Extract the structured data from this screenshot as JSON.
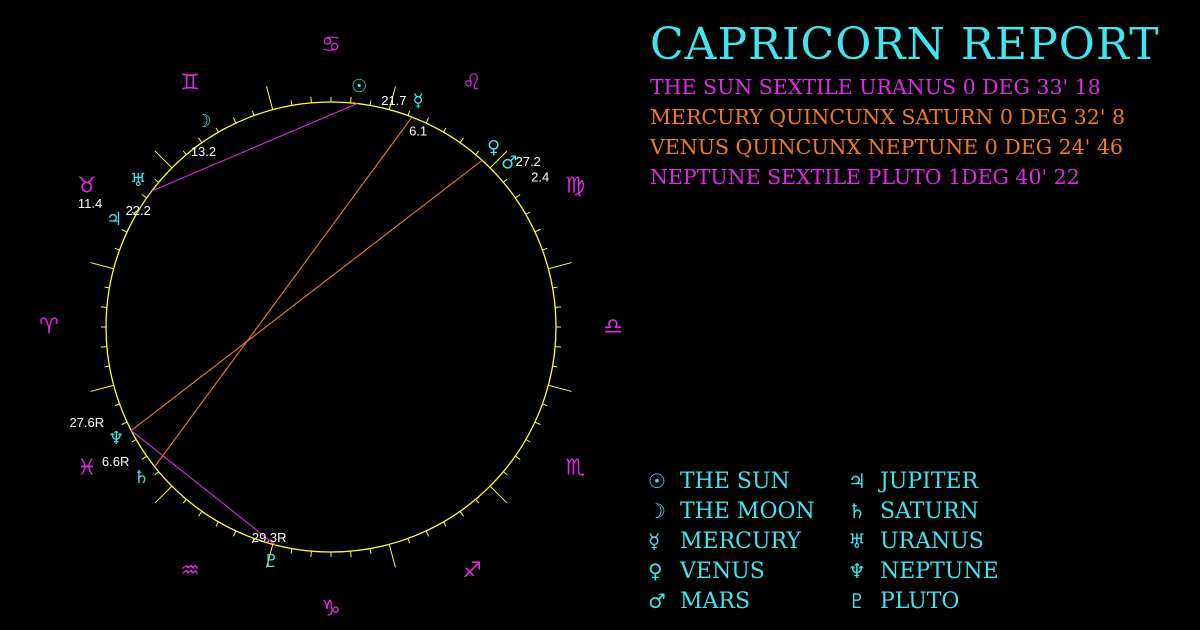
{
  "report": {
    "title": "CAPRICORN REPORT",
    "aspects": [
      {
        "text": "THE SUN SEXTILE URANUS 0 DEG 33' 18",
        "color": "#e028e6"
      },
      {
        "text": "MERCURY QUINCUNX SATURN 0 DEG 32' 8",
        "color": "#f07a1e"
      },
      {
        "text": "VENUS QUINCUNX NEPTUNE 0 DEG 24' 46",
        "color": "#f07a1e"
      },
      {
        "text": "NEPTUNE SEXTILE PLUTO 1DEG 40' 22",
        "color": "#e028e6"
      }
    ]
  },
  "legend": [
    {
      "glyph": "☉",
      "label": "THE SUN",
      "icon": "sun-icon"
    },
    {
      "glyph": "☽",
      "label": "THE MOON",
      "icon": "moon-icon"
    },
    {
      "glyph": "☿",
      "label": "MERCURY",
      "icon": "mercury-icon"
    },
    {
      "glyph": "♀",
      "label": "VENUS",
      "icon": "venus-icon"
    },
    {
      "glyph": "♂",
      "label": "MARS",
      "icon": "mars-icon"
    },
    {
      "glyph": "♃",
      "label": "JUPITER",
      "icon": "jupiter-icon"
    },
    {
      "glyph": "♄",
      "label": "SATURN",
      "icon": "saturn-icon"
    },
    {
      "glyph": "♅",
      "label": "URANUS",
      "icon": "uranus-icon"
    },
    {
      "glyph": "♆",
      "label": "NEPTUNE",
      "icon": "neptune-icon"
    },
    {
      "glyph": "♇",
      "label": "PLUTO",
      "icon": "pluto-icon"
    }
  ],
  "wheel": {
    "colors": {
      "ring": "#ffff33",
      "zodiac": "#e028e6",
      "planet": "#3fe6f0",
      "degree_label": "#ffffff",
      "tension": "#f07a1e",
      "harmony": "#e028e6"
    },
    "zodiac": [
      {
        "glyph": "♑",
        "name": "capricorn",
        "lon": 285
      },
      {
        "glyph": "♐",
        "name": "sagittarius",
        "lon": 255
      },
      {
        "glyph": "♏",
        "name": "scorpio",
        "lon": 225
      },
      {
        "glyph": "♎",
        "name": "libra",
        "lon": 195
      },
      {
        "glyph": "♍",
        "name": "virgo",
        "lon": 165
      },
      {
        "glyph": "♌",
        "name": "leo",
        "lon": 135
      },
      {
        "glyph": "♋",
        "name": "cancer",
        "lon": 105
      },
      {
        "glyph": "♊",
        "name": "gemini",
        "lon": 75
      },
      {
        "glyph": "♉",
        "name": "taurus",
        "lon": 45
      },
      {
        "glyph": "♈",
        "name": "aries",
        "lon": 15
      },
      {
        "glyph": "♓",
        "name": "pisces",
        "lon": 345
      },
      {
        "glyph": "♒",
        "name": "aquarius",
        "lon": 315
      }
    ],
    "planets": [
      {
        "id": "sun",
        "glyph": "☉",
        "degree": "21.7",
        "lon": 111.7,
        "label_side": "right"
      },
      {
        "id": "moon",
        "glyph": "☽",
        "degree": "13.2",
        "lon": 73.2,
        "label_side": "below"
      },
      {
        "id": "mercury",
        "glyph": "☿",
        "degree": "6.1",
        "lon": 126.1,
        "label_side": "below"
      },
      {
        "id": "venus",
        "glyph": "♀",
        "degree": "27.2",
        "lon": 147.2,
        "label_side": "right"
      },
      {
        "id": "mars",
        "glyph": "♂",
        "degree": "2.4",
        "lon": 152.4,
        "label_side": "right"
      },
      {
        "id": "jupiter",
        "glyph": "♃",
        "degree": "11.4",
        "lon": 41.4,
        "label_side": "left"
      },
      {
        "id": "saturn",
        "glyph": "♄",
        "degree": "6.6R",
        "lon": 336.6,
        "label_side": "left"
      },
      {
        "id": "uranus",
        "glyph": "♅",
        "degree": "22.2",
        "lon": 52.2,
        "label_side": "below"
      },
      {
        "id": "neptune",
        "glyph": "♆",
        "degree": "27.6R",
        "lon": 347.6,
        "label_side": "left"
      },
      {
        "id": "pluto",
        "glyph": "♇",
        "degree": "29.3R",
        "lon": 299.3,
        "label_side": "above"
      }
    ],
    "aspect_lines": [
      {
        "from": "sun",
        "to": "uranus",
        "kind": "harmony"
      },
      {
        "from": "mercury",
        "to": "saturn",
        "kind": "tension"
      },
      {
        "from": "venus",
        "to": "neptune",
        "kind": "tension"
      },
      {
        "from": "neptune",
        "to": "pluto",
        "kind": "harmony"
      }
    ]
  }
}
